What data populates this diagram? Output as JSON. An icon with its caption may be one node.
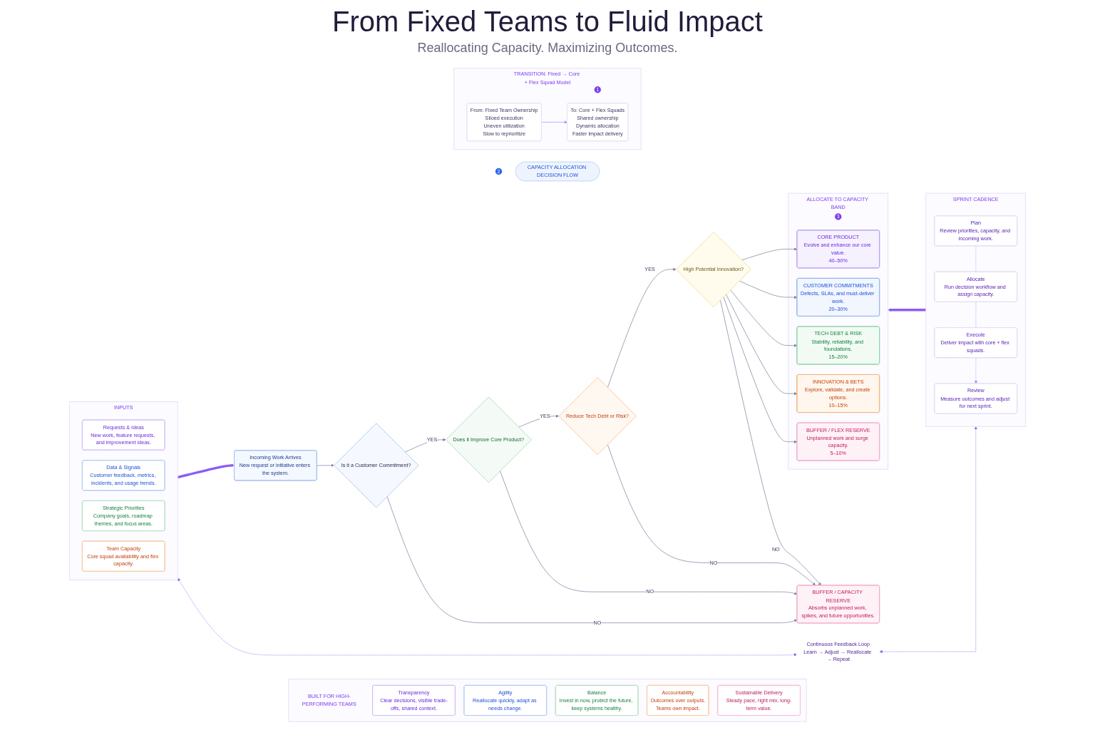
{
  "diagram": {
    "title": "From Fixed Teams to Fluid Impact",
    "nodes": [
      {
        "text": [
          "INPUTS"
        ]
      },
      {
        "text": [
          "Requests & Ideas",
          "New work, feature requests, and improvement ideas."
        ],
        "in": 0
      },
      {
        "text": [
          "Data & Signals",
          "Customer feedback, metrics, incidents, and usage trends."
        ],
        "in": 0
      },
      {
        "text": [
          "Strategic Priorities",
          "Company goals, roadmap themes, and focus areas."
        ],
        "in": 0
      },
      {
        "text": [
          "Team Capacity",
          "Core squad availability and flex capacity."
        ],
        "in": 0
      },
      {
        "text": [
          "TRANSITION: Fixed → Core + Flex Squad Model"
        ]
      },
      {
        "text": [
          "1"
        ],
        "in": 5
      },
      {
        "text": [
          "From: Fixed Team Ownership",
          "Siloed execution",
          "Uneven utilization",
          "Slow to reprioritize"
        ],
        "in": 5
      },
      {
        "text": [
          "To: Core + Flex Squads",
          "Shared ownership",
          "Dynamic allocation",
          "Faster impact delivery"
        ],
        "in": 5
      },
      {
        "text": [
          "2"
        ]
      },
      {
        "text": [
          "CAPACITY ALLOCATION DECISION FLOW"
        ]
      },
      {
        "text": [
          "Incoming Work Arrives",
          "New request or initiative enters the system."
        ]
      },
      {
        "text": [
          "Is it a Customer Commitment?"
        ]
      },
      {
        "text": [
          "Does it Improve Core Product?"
        ]
      },
      {
        "text": [
          "Reduce Tech Debt or Risk?"
        ]
      },
      {
        "text": [
          "High Potential Innovation?"
        ]
      },
      {
        "text": [
          "BUFFER / CAPACITY RESERVE",
          "Absorbs unplanned work, spikes, and future opportunities."
        ]
      },
      {
        "text": [
          "ALLOCATE TO CAPACITY BAND"
        ]
      },
      {
        "text": [
          "3"
        ],
        "in": 17
      },
      {
        "text": [
          "CORE PRODUCT",
          "Evolve and enhance our core value.",
          "40–50%"
        ],
        "in": 17
      },
      {
        "text": [
          "CUSTOMER COMMITMENTS",
          "Defects, SLAs, and must-deliver work.",
          "20–30%"
        ],
        "in": 17
      },
      {
        "text": [
          "TECH DEBT & RISK",
          "Stability, reliability, and foundations.",
          "15–20%"
        ],
        "in": 17
      },
      {
        "text": [
          "INNOVATION & BETS",
          "Explore, validate, and create options.",
          "10–15%"
        ],
        "in": 17
      },
      {
        "text": [
          "BUFFER / FLEX RESERVE",
          "Unplanned work and surge capacity.",
          "5–10%"
        ],
        "in": 17
      },
      {
        "text": [
          "SPRINT CADENCE"
        ]
      },
      {
        "text": [
          "Plan",
          "Review priorities, capacity, and incoming work."
        ],
        "in": 24
      },
      {
        "text": [
          "Allocate",
          "Run decision workflow and assign capacity."
        ],
        "in": 24
      },
      {
        "text": [
          "Execute",
          "Deliver impact with core + flex squads."
        ],
        "in": 24
      },
      {
        "text": [
          "Review",
          "Measure outcomes and adjust for next sprint."
        ],
        "in": 24
      },
      {
        "text": [
          "BUILT FOR HIGH-PERFORMING TEAMS"
        ]
      },
      {
        "text": [
          "Transparency",
          "Clear decisions, visible trade-offs, shared context."
        ],
        "in": 29
      },
      {
        "text": [
          "Agility",
          "Reallocate quickly, adapt as needs change."
        ],
        "in": 29
      },
      {
        "text": [
          "Balance",
          "Invest in now, protect the future, keep systems healthy."
        ],
        "in": 29
      },
      {
        "text": [
          "Accountability",
          "Outcomes over outputs.",
          "Teams own impact."
        ],
        "in": 29
      },
      {
        "text": [
          "Sustainable Delivery",
          "Steady pace, right mix, long-term value."
        ],
        "in": 29
      },
      {
        "text": [
          "Continuous Feedback Loop",
          "Learn → Adjust → Reallocate → Repeat"
        ]
      }
    ],
    "edges": [
      {
        "from": 7,
        "to": 8,
        "arrow": "to",
        "color": "#a78bfa"
      },
      {
        "from": 0,
        "to": 11,
        "arrow": "to",
        "style": "thick",
        "color": "#8b5cf6"
      },
      {
        "from": 11,
        "to": 12,
        "arrow": "to"
      },
      {
        "from": 12,
        "to": 13,
        "arrow": "to",
        "label": "YES"
      },
      {
        "from": 13,
        "to": 14,
        "arrow": "to",
        "label": "YES"
      },
      {
        "from": 14,
        "to": 15,
        "arrow": "to",
        "label": "YES"
      },
      {
        "from": 12,
        "to": 16,
        "arrow": "to",
        "label": "NO"
      },
      {
        "from": 13,
        "to": 16,
        "arrow": "to",
        "label": "NO"
      },
      {
        "from": 14,
        "to": 16,
        "arrow": "to",
        "label": "NO"
      },
      {
        "from": 15,
        "to": 16,
        "arrow": "to",
        "label": "NO"
      },
      {
        "from": 15,
        "to": 19,
        "arrow": "to"
      },
      {
        "from": 15,
        "to": 20,
        "arrow": "to"
      },
      {
        "from": 15,
        "to": 21,
        "arrow": "to"
      },
      {
        "from": 15,
        "to": 22,
        "arrow": "to"
      },
      {
        "from": 15,
        "to": 23,
        "arrow": "to"
      },
      {
        "from": 24,
        "to": 17,
        "arrow": "to",
        "style": "thick",
        "color": "#8b5cf6"
      },
      {
        "from": 25,
        "to": 26,
        "arrow": "none",
        "style": "dashed",
        "color": "#a78bfa"
      },
      {
        "from": 26,
        "to": 27,
        "arrow": "none",
        "style": "dashed",
        "color": "#a78bfa"
      },
      {
        "from": 27,
        "to": 28,
        "arrow": "to",
        "style": "dashed",
        "color": "#a78bfa"
      },
      {
        "from": 0,
        "to": 35,
        "arrow": "both",
        "style": "dashed",
        "color": "#8b5cf6"
      },
      {
        "from": 24,
        "to": 35,
        "arrow": "both",
        "style": "dashed",
        "color": "#8b5cf6"
      }
    ],
    "labels": [
      "Reallocating Capacity. Maximizing Outcomes."
    ]
  }
}
